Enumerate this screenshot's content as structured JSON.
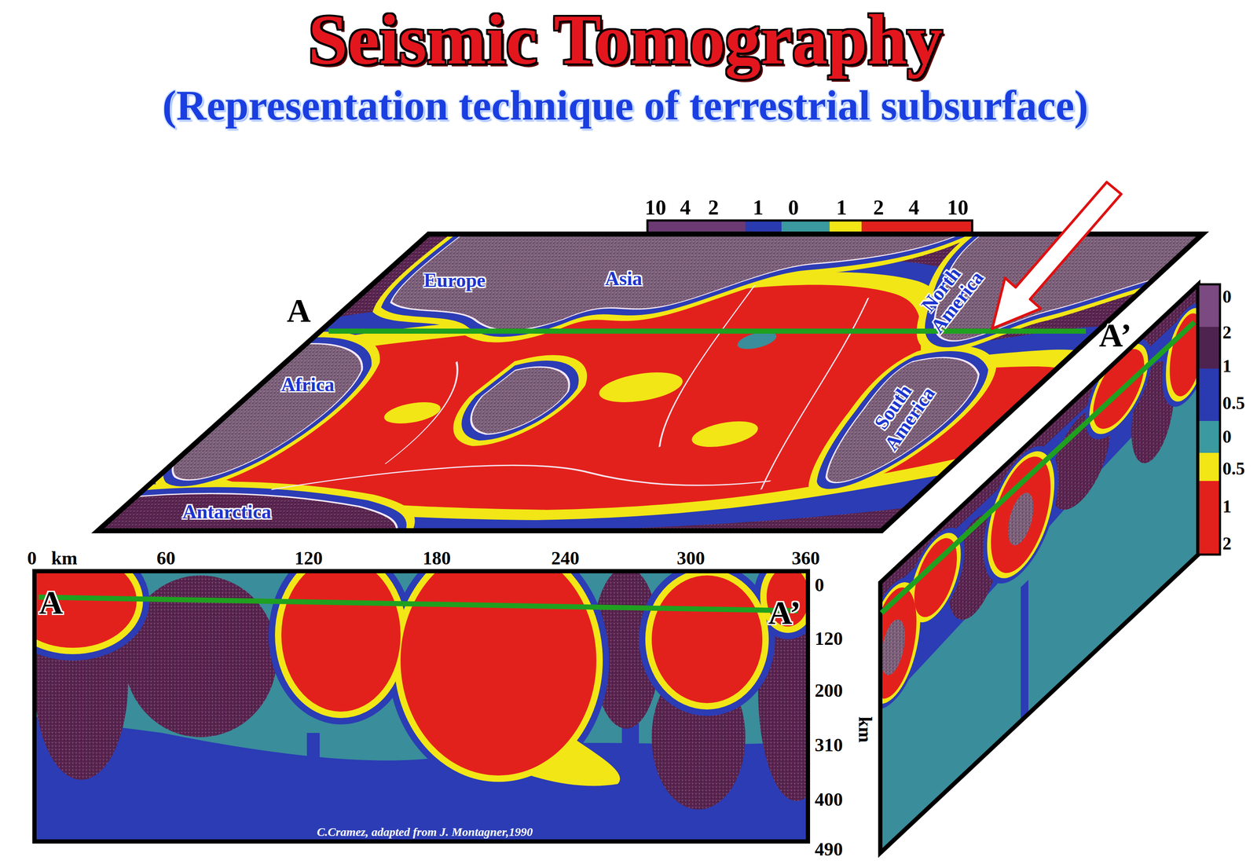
{
  "diagram": {
    "title": "Seismic Tomography",
    "labels": [
      "(Representation technique of terrestrial subsurface)",
      "10",
      "4",
      "2",
      "1",
      "0",
      "1",
      "2",
      "4",
      "10",
      "Europe",
      "Asia",
      "North America",
      "Africa",
      "South America",
      "Antarctica",
      "A",
      "A’",
      "0",
      "km",
      "60",
      "120",
      "180",
      "240",
      "300",
      "360",
      "0",
      "120",
      "200",
      "310",
      "400",
      "490",
      "km",
      "A",
      "A’",
      "0",
      "2",
      "1",
      "0.5",
      "0",
      "0.5",
      "1",
      "2",
      "C.Cramez, adapted from J. Montagner,1990"
    ]
  }
}
